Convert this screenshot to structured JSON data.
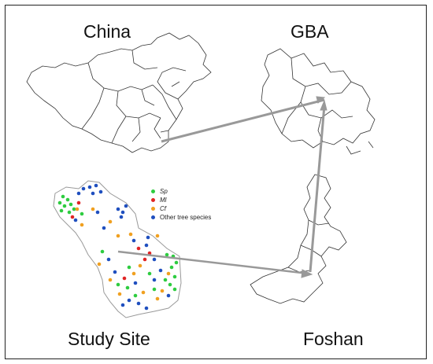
{
  "panels": {
    "china": "China",
    "gba": "GBA",
    "study_site": "Study Site",
    "foshan": "Foshan"
  },
  "legend": [
    {
      "label": "Sp",
      "color": "#2ecc40",
      "italic": true
    },
    {
      "label": "Ml",
      "color": "#e02424",
      "italic": true
    },
    {
      "label": "Cf",
      "color": "#f0a020",
      "italic": true
    },
    {
      "label": "Other tree species",
      "color": "#1f4fbf",
      "italic": false
    }
  ],
  "colors": {
    "sp": "#2ecc40",
    "ml": "#e02424",
    "cf": "#f0a020",
    "other": "#1f4fbf",
    "arrow": "#999999",
    "outline": "#333333"
  }
}
